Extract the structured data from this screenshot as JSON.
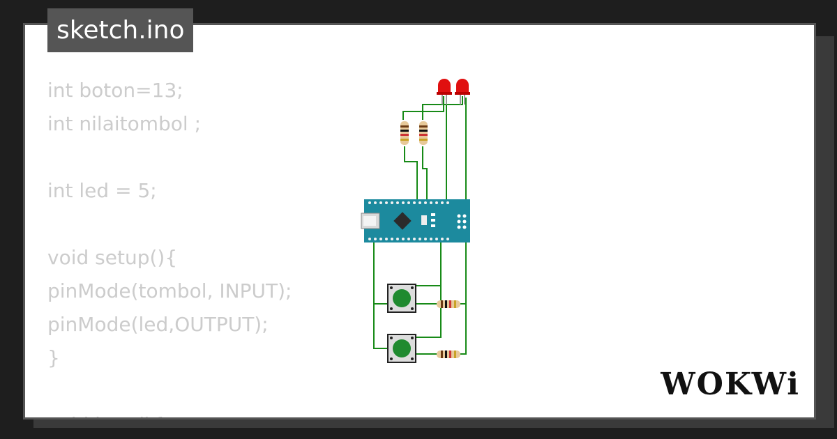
{
  "tab": {
    "filename": "sketch.ino"
  },
  "code_lines": [
    "int boton=13;",
    "int nilaitombol ;",
    "",
    "int led = 5;",
    "",
    "void setup(){",
    "pinMode(tombol, INPUT);",
    "pinMode(led,OUTPUT);",
    "}",
    "",
    "void loop(){"
  ],
  "logo": {
    "text": "WOKWi"
  },
  "colors": {
    "background": "#1e1e1e",
    "card": "#ffffff",
    "tab": "#555555",
    "code_text": "#cccccc",
    "wire": "#178a17",
    "board": "#1c8a9e",
    "led": "#e01010",
    "button_cap": "#1f8a2f"
  }
}
